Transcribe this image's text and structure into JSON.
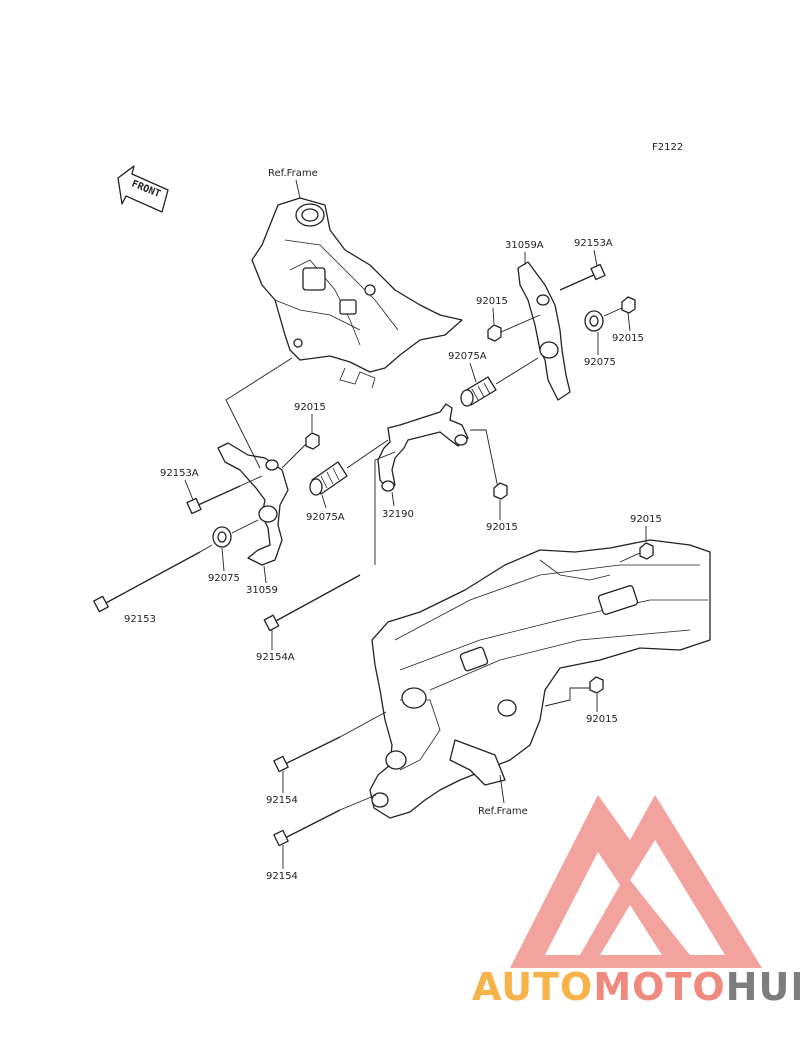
{
  "figure_code": "F2122",
  "front_label": "FRONT",
  "labels": {
    "ref_frame_top": "Ref.Frame",
    "ref_frame_bottom": "Ref.Frame",
    "p31059A": "31059A",
    "p92153A_right": "92153A",
    "p92015_r1": "92015",
    "p92015_r2": "92015",
    "p92075A_right": "92075A",
    "p92075_right": "92075",
    "p92015_mid": "92015",
    "p92153A_left": "92153A",
    "p92075A_left": "92075A",
    "p32190": "32190",
    "p92015_lower": "92015",
    "p92075_left": "92075",
    "p31059": "31059",
    "p92153": "92153",
    "p92154A": "92154A",
    "p92015_frame": "92015",
    "p92015_frame2": "92015",
    "p92154_1": "92154",
    "p92154_2": "92154"
  },
  "watermark": {
    "part1": "AUTO",
    "part2": "MOTO",
    "part3": "HUB",
    "colors": {
      "auto": "#f7b24a",
      "moto": "#f08a7e",
      "hub": "#7d7d7d",
      "logo": "#f2948e"
    }
  }
}
